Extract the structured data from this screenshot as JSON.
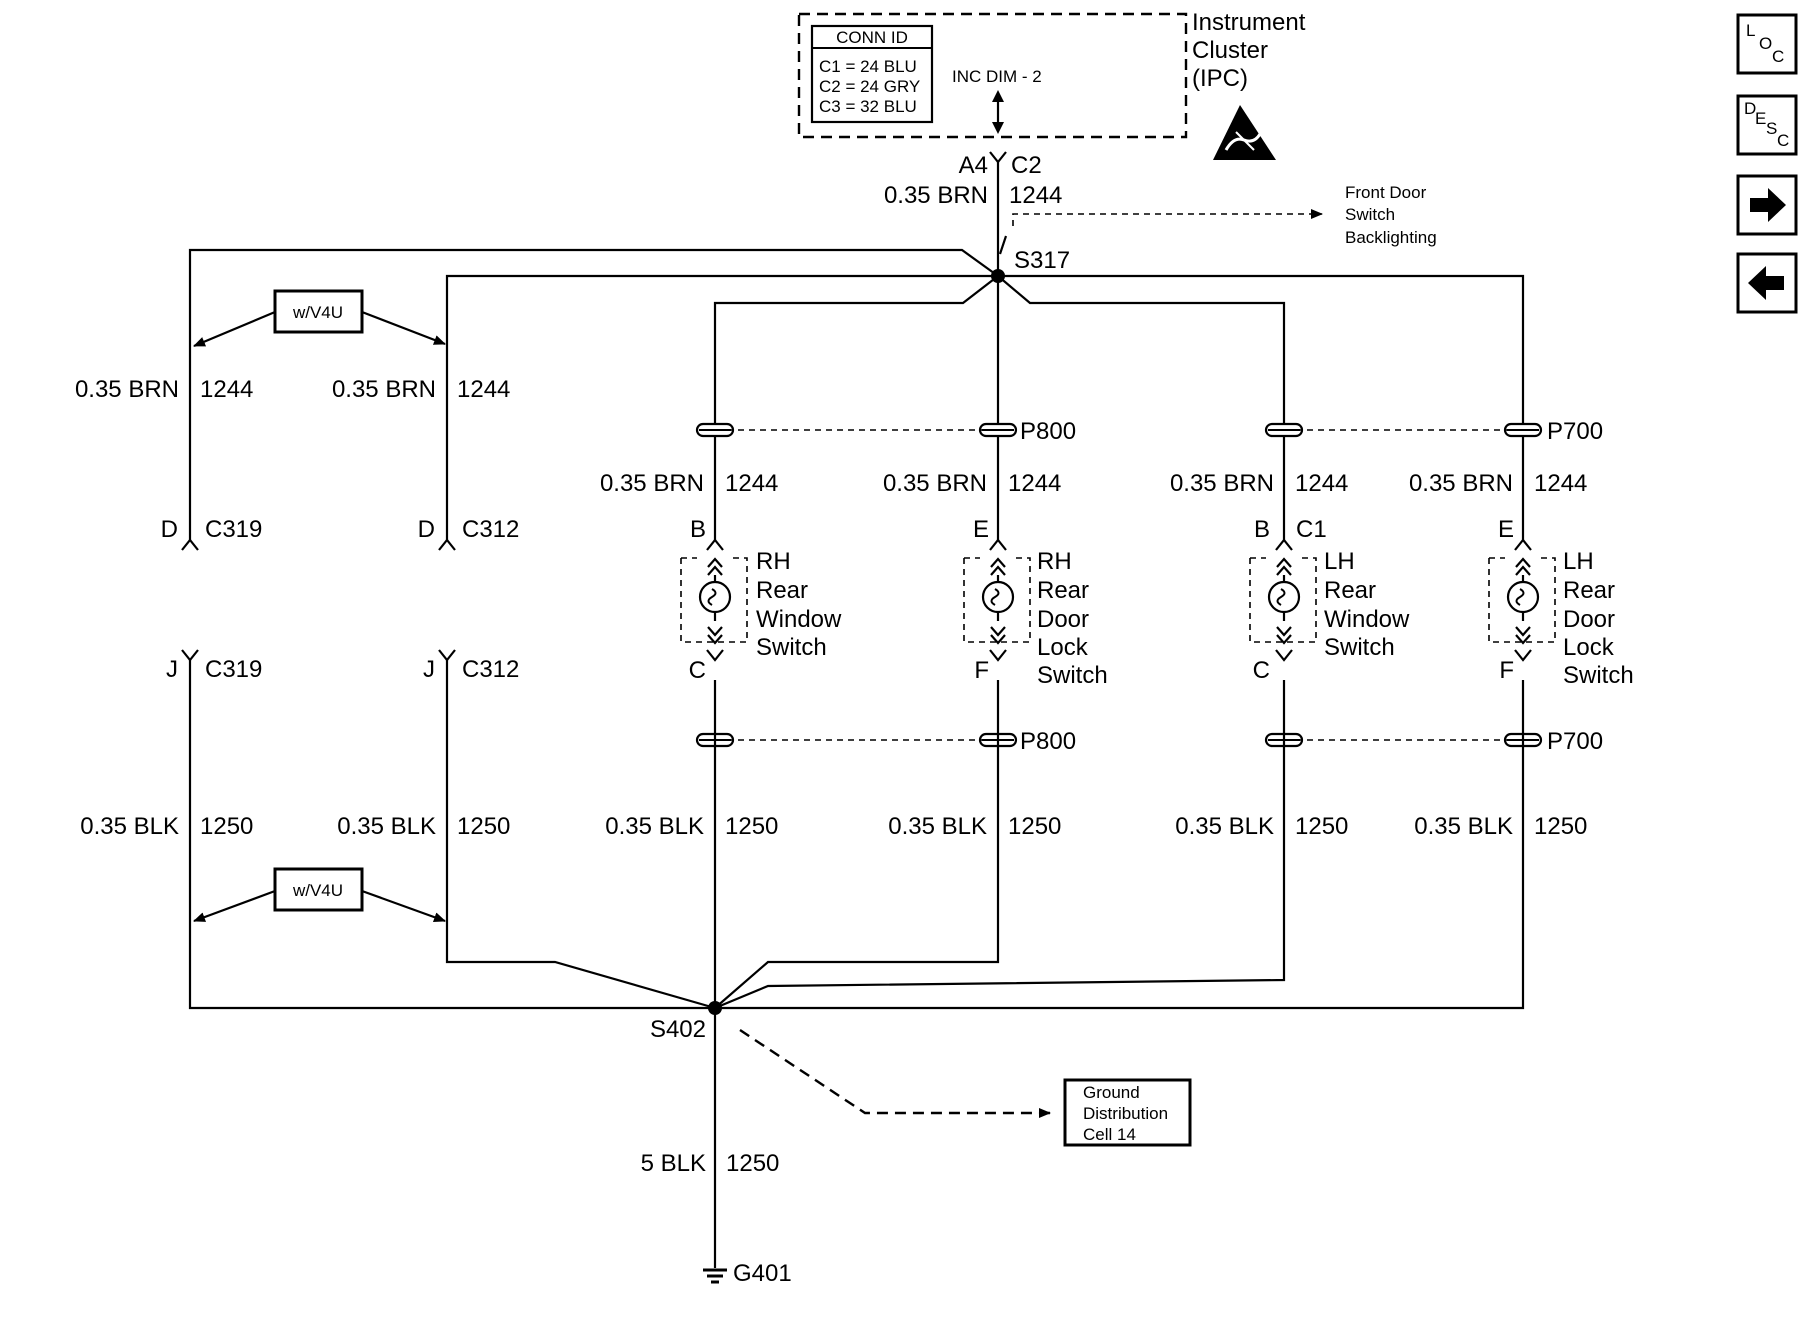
{
  "ipc": {
    "title_lines": [
      "Instrument",
      "Cluster",
      "(IPC)"
    ],
    "conn_id_title": "CONN ID",
    "conn_ids": [
      "C1 = 24 BLU",
      "C2 = 24 GRY",
      "C3 = 32 BLU"
    ],
    "inc_dim": "INC DIM - 2"
  },
  "top_wire": {
    "pin_left": "A4",
    "pin_right": "C2",
    "gauge": "0.35 BRN",
    "circuit": "1244"
  },
  "front_door": {
    "lines": [
      "Front Door",
      "Switch",
      "Backlighting"
    ]
  },
  "splice_top": "S317",
  "splice_bottom": "S402",
  "option_label": "w/V4U",
  "brn_wire": {
    "gauge": "0.35 BRN",
    "circuit": "1244"
  },
  "blk_wire": {
    "gauge": "0.35 BLK",
    "circuit": "1250"
  },
  "connectors": {
    "c319_top": {
      "pin": "D",
      "name": "C319"
    },
    "c312_top": {
      "pin": "D",
      "name": "C312"
    },
    "c319_bottom": {
      "pin": "J",
      "name": "C319"
    },
    "c312_bottom": {
      "pin": "J",
      "name": "C312"
    }
  },
  "inline_connectors": {
    "p800": "P800",
    "p700": "P700"
  },
  "switches": [
    {
      "pin_top": "B",
      "pin_top_conn": "",
      "pin_bottom": "C",
      "side": "RH",
      "name_lines": [
        "Rear",
        "Window",
        "Switch"
      ]
    },
    {
      "pin_top": "E",
      "pin_top_conn": "",
      "pin_bottom": "F",
      "side": "RH",
      "name_lines": [
        "Rear",
        "Door",
        "Lock",
        "Switch"
      ]
    },
    {
      "pin_top": "B",
      "pin_top_conn": "C1",
      "pin_bottom": "C",
      "side": "LH",
      "name_lines": [
        "Rear",
        "Window",
        "Switch"
      ]
    },
    {
      "pin_top": "E",
      "pin_top_conn": "",
      "pin_bottom": "F",
      "side": "LH",
      "name_lines": [
        "Rear",
        "Door",
        "Lock",
        "Switch"
      ]
    }
  ],
  "ground_wire": {
    "gauge": "5 BLK",
    "circuit": "1250"
  },
  "ground_point": "G401",
  "ground_dist": {
    "lines": [
      "Ground",
      "Distribution",
      "Cell 14"
    ]
  },
  "nav": {
    "loc": {
      "letters": [
        "L",
        "O",
        "C"
      ]
    },
    "desc": {
      "letters": [
        "D",
        "E",
        "S",
        "C"
      ]
    },
    "next_icon": "arrow-right-icon",
    "prev_icon": "arrow-left-icon"
  }
}
